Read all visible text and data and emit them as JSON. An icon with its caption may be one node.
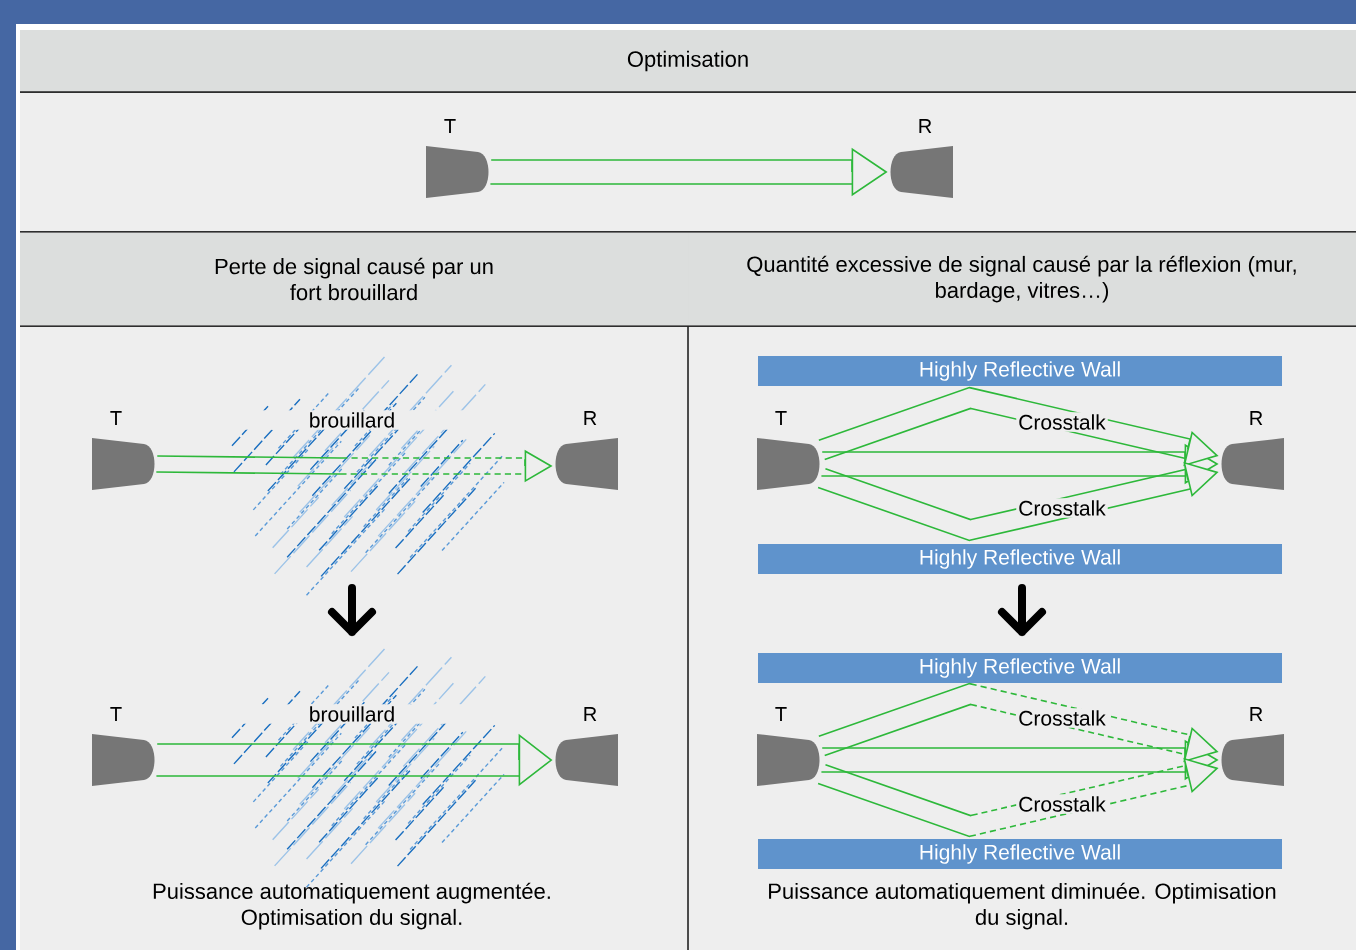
{
  "diagram": {
    "nodes": [
      {
        "text": [
          "Optimisation"
        ]
      },
      {
        "text": [
          "T"
        ]
      },
      {
        "text": [
          "R"
        ]
      },
      {
        "text": [
          "Perte de signal causé par un fort brouillard"
        ]
      },
      {
        "text": [
          "Quantité excessive de signal causé par la réflexion (mur, bardage, vitres…)"
        ]
      },
      {
        "text": [
          "T"
        ]
      },
      {
        "text": [
          "R"
        ]
      },
      {
        "text": [
          "T"
        ]
      },
      {
        "text": [
          "R"
        ]
      },
      {
        "text": [
          "Highly Reflective Wall"
        ]
      },
      {
        "text": [
          "T"
        ]
      },
      {
        "text": [
          "R"
        ]
      },
      {
        "text": [
          "Highly Reflective Wall"
        ]
      },
      {
        "text": [
          "Highly Reflective Wall"
        ]
      },
      {
        "text": [
          "T"
        ]
      },
      {
        "text": [
          "R"
        ]
      },
      {
        "text": [
          "Highly Reflective Wall"
        ]
      }
    ],
    "edges": [
      {
        "from": 1,
        "to": 2,
        "arrow": "to"
      },
      {
        "from": 5,
        "to": 6,
        "arrow": "to",
        "style": "dashed"
      },
      {
        "from": 7,
        "to": 8,
        "arrow": "to"
      },
      {
        "from": 10,
        "to": 11,
        "arrow": "to"
      },
      {
        "from": 10,
        "to": 11,
        "arrow": "to",
        "label": "Crosstalk"
      },
      {
        "from": 10,
        "to": 11,
        "arrow": "to",
        "label": "Crosstalk"
      },
      {
        "from": 14,
        "to": 15,
        "arrow": "to"
      },
      {
        "from": 14,
        "to": 15,
        "arrow": "to",
        "label": "Crosstalk",
        "style": "dashed"
      },
      {
        "from": 14,
        "to": 15,
        "arrow": "to",
        "label": "Crosstalk",
        "style": "dashed"
      }
    ],
    "labels": [
      "brouillard",
      "brouillard",
      "Puissance automatiquement augmentée. Optimisation du signal.",
      "Puissance automatiquement diminuée. Optimisation du signal."
    ]
  }
}
